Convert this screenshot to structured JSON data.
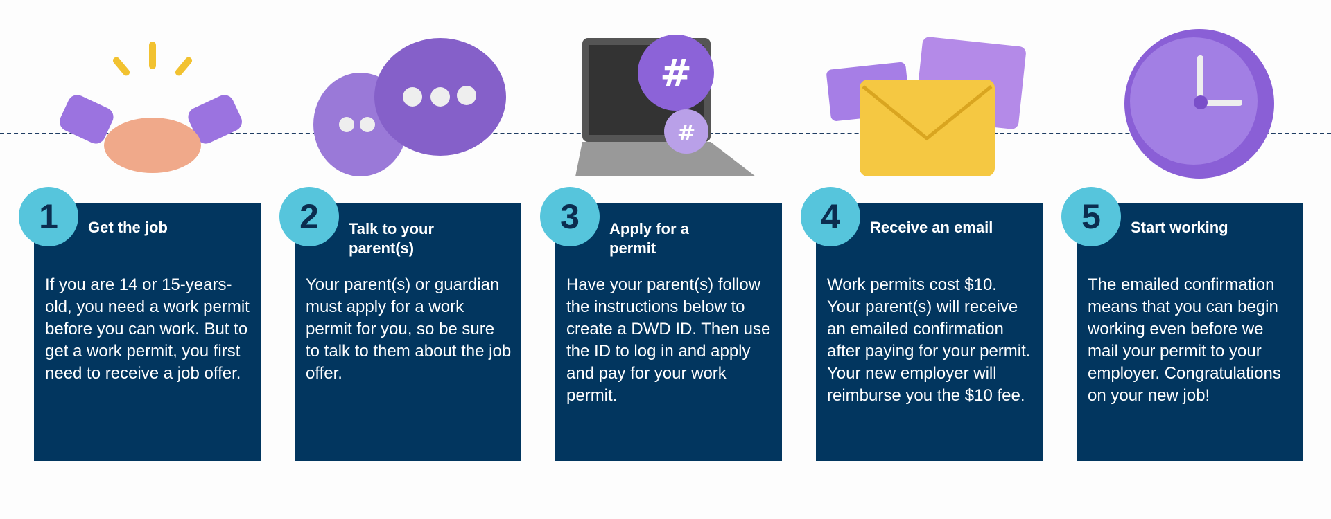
{
  "steps": [
    {
      "number": "1",
      "title": "Get the job",
      "body": "If you are 14 or 15-years-old, you need a work permit before you can work. But to get a work permit, you first need to receive a job offer.",
      "icon": "handshake-icon"
    },
    {
      "number": "2",
      "title": "Talk to your parent(s)",
      "body": "Your parent(s) or guardian must apply for a work permit for you, so be sure to talk to them about the job offer.",
      "icon": "chat-bubbles-icon"
    },
    {
      "number": "3",
      "title": "Apply for a permit",
      "body": "Have your parent(s) follow the instructions below to create a DWD ID. Then use the ID to log in and apply and pay for your work permit.",
      "icon": "laptop-icon"
    },
    {
      "number": "4",
      "title": "Receive an email",
      "body": "Work permits cost $10. Your parent(s) will receive an emailed confirmation after paying for your permit. Your new employer will reimburse you the $10 fee.",
      "icon": "envelopes-icon"
    },
    {
      "number": "5",
      "title": "Start working",
      "body": "The emailed confirmation means that you can begin working even before we mail your permit to your employer. Congratulations on your new job!",
      "icon": "clock-icon"
    }
  ],
  "colors": {
    "card": "#02365f",
    "badge": "#56c5dc",
    "purple": "#8a63d2",
    "yellow": "#f5c842"
  }
}
